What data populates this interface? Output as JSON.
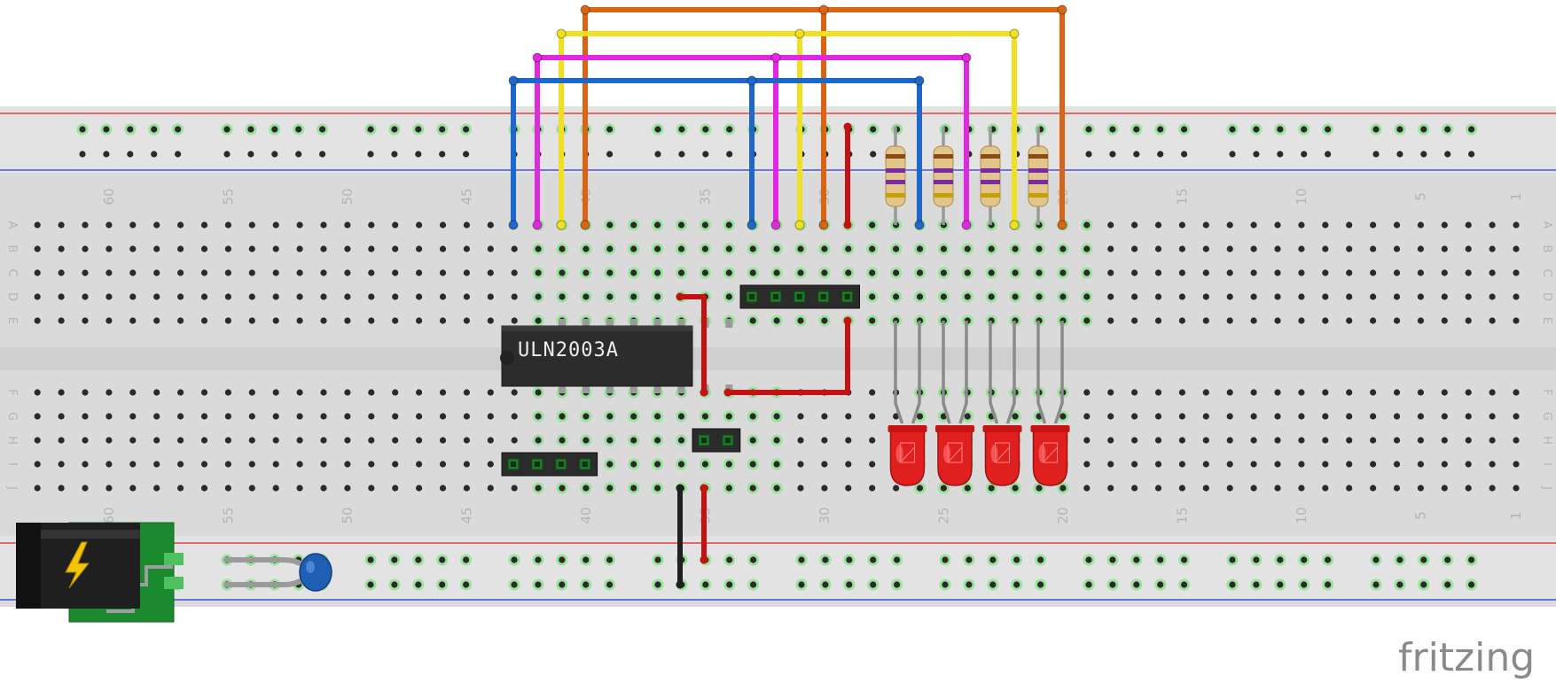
{
  "breadboard": {
    "column_numbers": [
      "60",
      "55",
      "50",
      "45",
      "40",
      "35",
      "30",
      "25",
      "20",
      "15",
      "10",
      "5",
      "1"
    ],
    "row_letters_top": [
      "A",
      "B",
      "C",
      "D",
      "E"
    ],
    "row_letters_bottom": [
      "F",
      "G",
      "H",
      "I",
      "J"
    ]
  },
  "components": {
    "ic": {
      "label": "ULN2003A"
    },
    "resistors": {
      "count": 4
    },
    "leds": {
      "count": 4,
      "color": "#e01f1f"
    },
    "power_jack": {
      "body_color": "#1b8a2e"
    },
    "capacitor": {
      "color": "#1f5fb3"
    }
  },
  "wire_colors": {
    "blue": "#1f66c9",
    "magenta": "#e028e0",
    "yellow": "#f0e020",
    "orange": "#d86414",
    "red": "#c31212",
    "black": "#202020"
  },
  "brand": "fritzing"
}
